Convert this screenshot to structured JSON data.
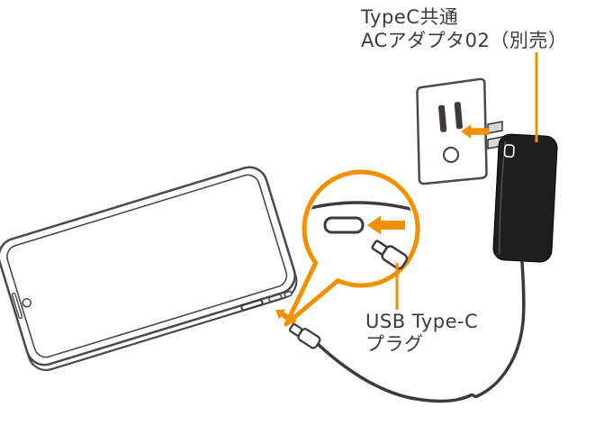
{
  "diagram": {
    "background_color": "#FFFFFF",
    "accent_color": "#F29100",
    "line_color": "#3E3A39",
    "outline_color": "#4A4A4A",
    "adapter_color": "#1E1E1E",
    "adapter_label": {
      "line1": "TypeC共通",
      "line2": "ACアダプタ02（別売）"
    },
    "plug_label": {
      "line1": "USB Type-C",
      "line2": "プラグ"
    },
    "parts": [
      "smartphone",
      "usb-type-c-port",
      "usb-type-c-plug",
      "charging-cable",
      "ac-adapter",
      "wall-outlet",
      "port-zoom-callout",
      "insertion-arrows"
    ]
  }
}
